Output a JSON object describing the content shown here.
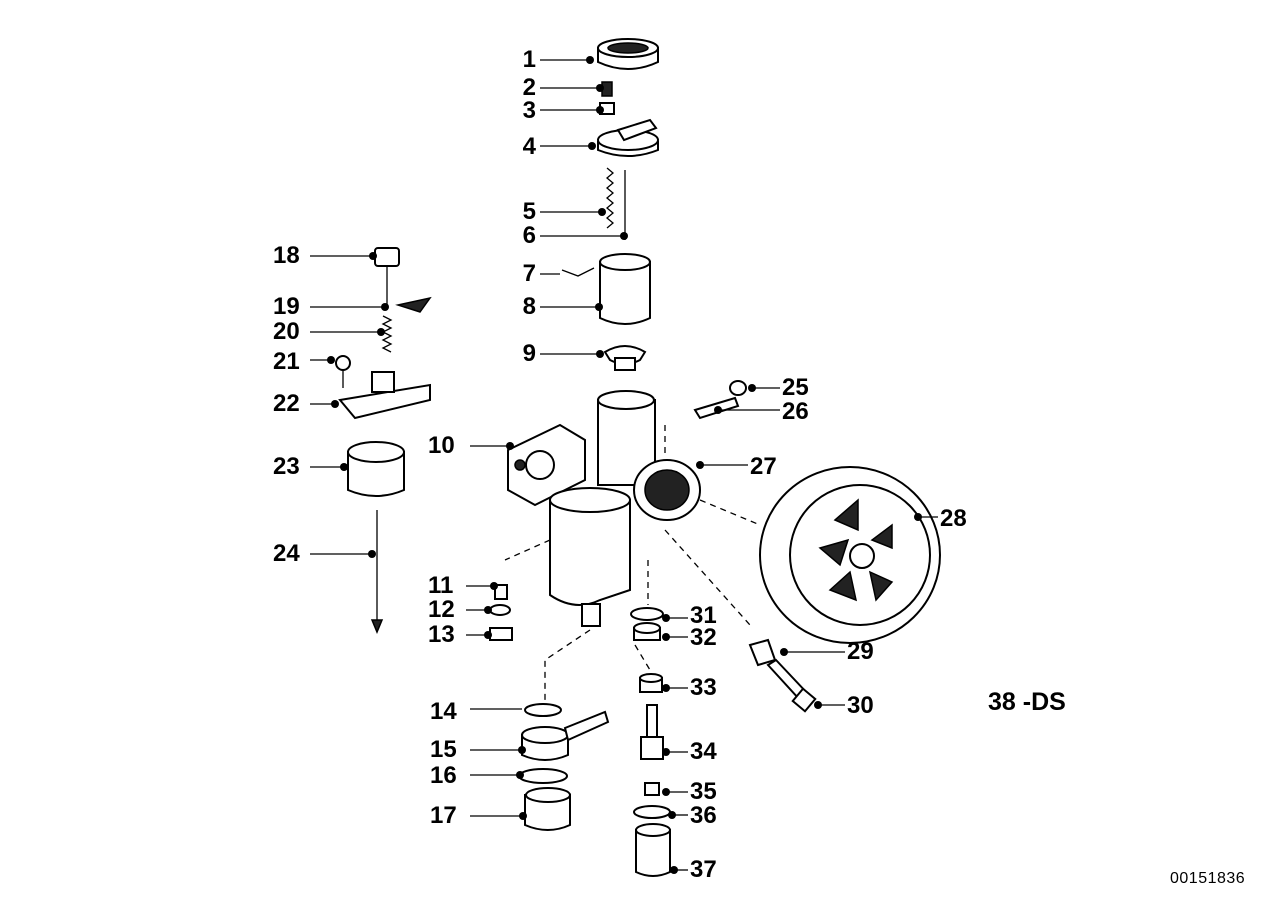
{
  "labels": {
    "p1": "1",
    "p2": "2",
    "p3": "3",
    "p4": "4",
    "p5": "5",
    "p6": "6",
    "p7": "7",
    "p8": "8",
    "p9": "9",
    "p10": "10",
    "p11": "11",
    "p12": "12",
    "p13": "13",
    "p14": "14",
    "p15": "15",
    "p16": "16",
    "p17": "17",
    "p18": "18",
    "p19": "19",
    "p20": "20",
    "p21": "21",
    "p22": "22",
    "p23": "23",
    "p24": "24",
    "p25": "25",
    "p26": "26",
    "p27": "27",
    "p28": "28",
    "p29": "29",
    "p30": "30",
    "p31": "31",
    "p32": "32",
    "p33": "33",
    "p34": "34",
    "p35": "35",
    "p36": "36",
    "p37": "37"
  },
  "variant": "38 -DS",
  "document_number": "00151836"
}
